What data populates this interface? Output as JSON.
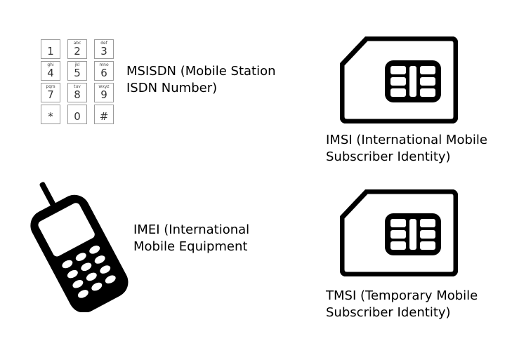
{
  "keypad": {
    "keys": [
      {
        "main": "1",
        "sub": ""
      },
      {
        "main": "2",
        "sub": "abc"
      },
      {
        "main": "3",
        "sub": "def"
      },
      {
        "main": "4",
        "sub": "ghi"
      },
      {
        "main": "5",
        "sub": "jkl"
      },
      {
        "main": "6",
        "sub": "mno"
      },
      {
        "main": "7",
        "sub": "pqrs"
      },
      {
        "main": "8",
        "sub": "tuv"
      },
      {
        "main": "9",
        "sub": "wxyz"
      },
      {
        "main": "*",
        "sub": ""
      },
      {
        "main": "0",
        "sub": ""
      },
      {
        "main": "#",
        "sub": ""
      }
    ]
  },
  "labels": {
    "msisdn": {
      "line1": "MSISDN (Mobile Station",
      "line2": "ISDN Number)"
    },
    "imsi": {
      "line1": "IMSI (International Mobile",
      "line2": "Subscriber Identity)"
    },
    "imei": {
      "line1": "IMEI (International",
      "line2": "Mobile Equipment"
    },
    "tmsi": {
      "line1": "TMSI (Temporary Mobile",
      "line2": "Subscriber Identity)"
    }
  },
  "icons": {
    "keypad": "keypad-icon",
    "sim_imsi": "sim-card-icon",
    "phone": "mobile-phone-icon",
    "sim_tmsi": "sim-card-icon"
  },
  "colors": {
    "ink": "#000000",
    "key_border": "#9a9a9a"
  }
}
